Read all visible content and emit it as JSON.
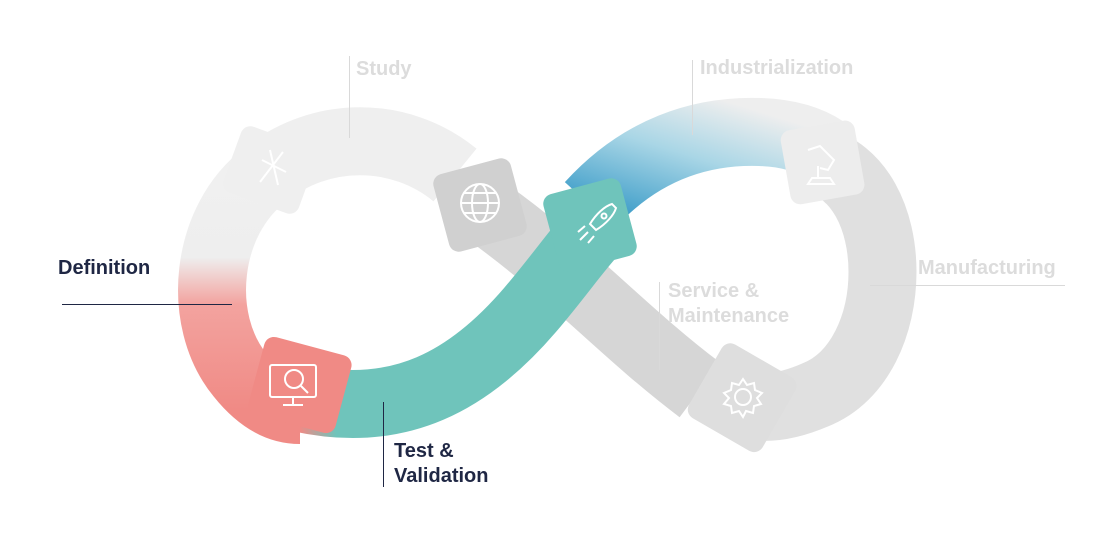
{
  "stages": [
    {
      "id": "study",
      "label_lines": [
        "Study"
      ],
      "icon": "pen-ruler-icon",
      "active": false
    },
    {
      "id": "industrialization",
      "label_lines": [
        "Industrialization"
      ],
      "icon": "robot-arm-icon",
      "active": false
    },
    {
      "id": "definition",
      "label_lines": [
        "Definition"
      ],
      "icon": "monitor-search-icon",
      "active": true
    },
    {
      "id": "manufacturing",
      "label_lines": [
        "Manufacturing"
      ],
      "icon": "gear-icon",
      "active": false
    },
    {
      "id": "service",
      "label_lines": [
        "Service &",
        "Maintenance"
      ],
      "icon": "globe-icon",
      "active": false
    },
    {
      "id": "test",
      "label_lines": [
        "Test &",
        "Validation"
      ],
      "icon": "rocket-icon",
      "active": true
    }
  ],
  "colors": {
    "active_text": "#1f2744",
    "muted_text": "#dcdcdc",
    "teal": "#6fc4bb",
    "salmon": "#f08a85",
    "blue": "#3f9ec9",
    "grey_band": "#d6d6d6",
    "light_band": "#efefef"
  }
}
